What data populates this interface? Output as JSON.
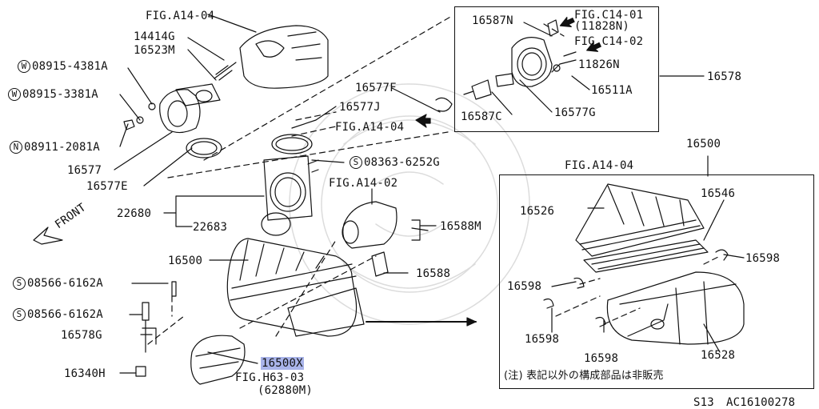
{
  "top_left": {
    "fig_a14_04_top": "FIG.A14-04",
    "p14414g": "14414G",
    "p16523m": "16523M",
    "w1_sym": "W",
    "w1_num": "08915-4381A",
    "w2_sym": "W",
    "w2_num": "08915-3381A",
    "n1_sym": "N",
    "n1_num": "08911-2081A",
    "p16577": "16577",
    "p16577e": "16577E",
    "p22680": "22680",
    "p22683": "22683",
    "front": "FRONT",
    "p16500": "16500",
    "s1_sym": "S",
    "s1_num": "08566-6162A",
    "s2_sym": "S",
    "s2_num": "08566-6162A",
    "p16578g": "16578G",
    "p16340h": "16340H",
    "p16500x": "16500X",
    "fig_h63_03": "FIG.H63-03",
    "p62880m": "(62880M)"
  },
  "center": {
    "p16577j": "16577J",
    "fig_a14_04_mid": "FIG.A14-04",
    "s3_sym": "S",
    "s3_num": "08363-6252G",
    "fig_a14_02": "FIG.A14-02",
    "p16588m": "16588M",
    "p16588": "16588",
    "p16577f": "16577F"
  },
  "top_right_box": {
    "p16587n": "16587N",
    "fig_c14_01": "FIG.C14-01",
    "p11828n": "(11828N)",
    "fig_c14_02": "FIG.C14-02",
    "p11826n": "11826N",
    "p16511a": "16511A",
    "p16587c": "16587C",
    "p16577g": "16577G",
    "p16578": "16578"
  },
  "bottom_right_box": {
    "p16500_header": "16500",
    "fig_a14_04_box": "FIG.A14-04",
    "p16546": "16546",
    "p16526": "16526",
    "p16598_a": "16598",
    "p16598_b": "16598",
    "p16598_c": "16598",
    "p16598_d": "16598",
    "p16528": "16528",
    "note": "(注) 表記以外の構成部品は非販売"
  },
  "footer": {
    "code_left": "S13",
    "code_right": "AC16100278"
  }
}
